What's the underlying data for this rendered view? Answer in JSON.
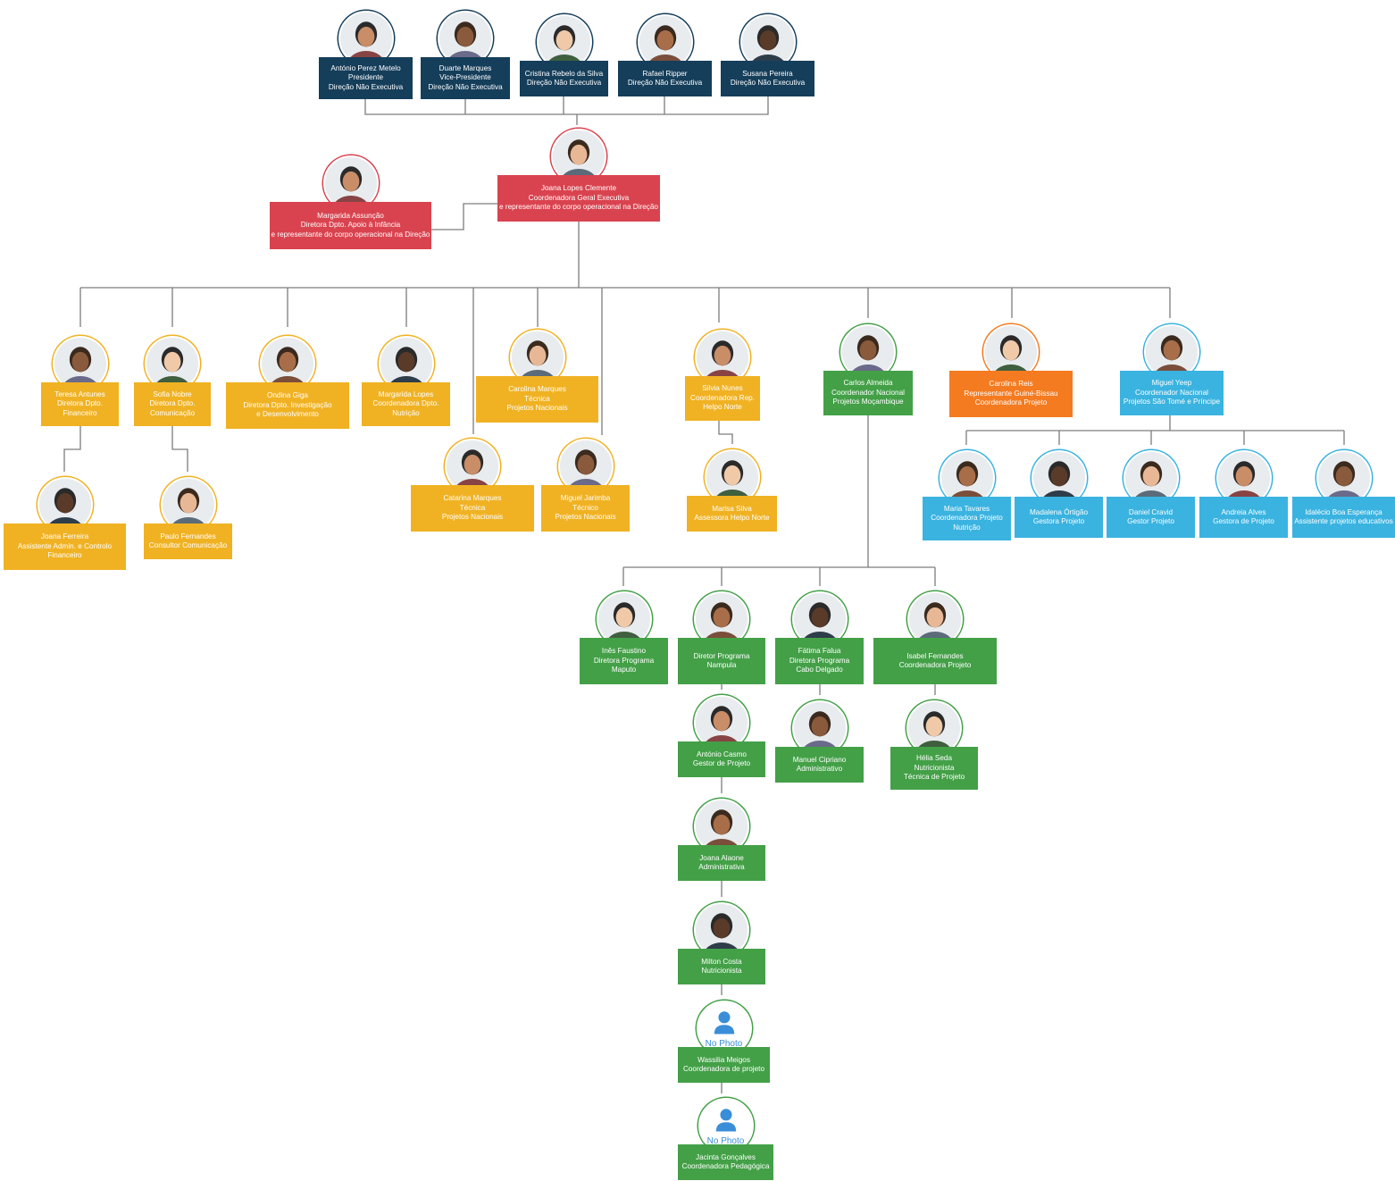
{
  "colors": {
    "navy": "#153e5a",
    "red": "#d9434f",
    "yellow": "#f0b223",
    "green": "#43a047",
    "blue": "#3ab3e0",
    "orange": "#f47b20",
    "line": "#7d7d7d"
  },
  "nophoto_text": "No Photo",
  "nodes": [
    {
      "id": "n1",
      "color": "navy",
      "lines": [
        "António Perez Metelo",
        "Presidente",
        "Direção Não Executiva"
      ]
    },
    {
      "id": "n2",
      "color": "navy",
      "lines": [
        "Duarte Marques",
        "Vice-Presidente",
        "Direção Não Executiva"
      ]
    },
    {
      "id": "n3",
      "color": "navy",
      "lines": [
        "Cristina Rebelo da Silva",
        "Direção Não Executiva"
      ]
    },
    {
      "id": "n4",
      "color": "navy",
      "lines": [
        "Rafael Ripper",
        "Direção Não Executiva"
      ]
    },
    {
      "id": "n5",
      "color": "navy",
      "lines": [
        "Susana Pereira",
        "Direção Não Executiva"
      ]
    },
    {
      "id": "n6",
      "color": "red",
      "lines": [
        "Joana Lopes Clemente",
        "Coordenadora Geral Executiva",
        "e representante do corpo operacional na Direção"
      ]
    },
    {
      "id": "n7",
      "color": "red",
      "lines": [
        "Margarida Assunção",
        "Diretora Dpto. Apoio à Infância",
        "e representante do corpo operacional na Direção"
      ]
    },
    {
      "id": "n8",
      "color": "yellow",
      "lines": [
        "Teresa Antunes",
        "Diretora Dpto.",
        "Financeiro"
      ]
    },
    {
      "id": "n9",
      "color": "yellow",
      "lines": [
        "Sofia Nobre",
        "Diretora Dpto.",
        "Comunicação"
      ]
    },
    {
      "id": "n10",
      "color": "yellow",
      "lines": [
        "Ondina Giga",
        "Diretora Dpto. Investigação",
        "e Desenvolvimento"
      ]
    },
    {
      "id": "n11",
      "color": "yellow",
      "lines": [
        "Margarida Lopes",
        "Coordenadora Dpto.",
        "Nutrição"
      ]
    },
    {
      "id": "n12",
      "color": "yellow",
      "lines": [
        "Carolina Marques",
        "Técnica",
        "Projetos Nacionais"
      ]
    },
    {
      "id": "n13",
      "color": "yellow",
      "lines": [
        "Silvia Nunes",
        "Coordenadora Rep.",
        "Helpo Norte"
      ]
    },
    {
      "id": "n14",
      "color": "green",
      "lines": [
        "Carlos Almeida",
        "Coordenador Nacional",
        "Projetos Moçambique"
      ]
    },
    {
      "id": "n15",
      "color": "orange",
      "lines": [
        "Carolina Reis",
        "Representante Guiné-Bissau",
        "Coordenadora Projeto"
      ]
    },
    {
      "id": "n16",
      "color": "blue",
      "lines": [
        "Miguel Yeep",
        "Coordenador Nacional",
        "Projetos São Tomé e Príncipe"
      ]
    },
    {
      "id": "n17",
      "color": "yellow",
      "lines": [
        "Joana Ferreira",
        "Assistente Admin. e Controlo",
        "Financeiro"
      ]
    },
    {
      "id": "n18",
      "color": "yellow",
      "lines": [
        "Paulo Fernandes",
        "Consultor Comunicação"
      ]
    },
    {
      "id": "n19",
      "color": "yellow",
      "lines": [
        "Catarina Marques",
        "Técnica",
        "Projetos Nacionais"
      ]
    },
    {
      "id": "n20",
      "color": "yellow",
      "lines": [
        "Miguel Jarimba",
        "Técnico",
        "Projetos Nacionais"
      ]
    },
    {
      "id": "n21",
      "color": "yellow",
      "lines": [
        "Marisa Silva",
        "Assessora Helpo Norte"
      ]
    },
    {
      "id": "n22",
      "color": "blue",
      "lines": [
        "Maria Tavares",
        "Coordenadora Projeto",
        "Nutrição"
      ]
    },
    {
      "id": "n23",
      "color": "blue",
      "lines": [
        "Madalena Órtigão",
        "Gestora Projeto"
      ]
    },
    {
      "id": "n24",
      "color": "blue",
      "lines": [
        "Daniel Cravid",
        "Gestor Projeto"
      ]
    },
    {
      "id": "n25",
      "color": "blue",
      "lines": [
        "Andreia Alves",
        "Gestora de Projeto"
      ]
    },
    {
      "id": "n26",
      "color": "blue",
      "lines": [
        "Idalécio Boa Esperança",
        "Assistente projetos educativos"
      ]
    },
    {
      "id": "n27",
      "color": "green",
      "lines": [
        "Inês Faustino",
        "Diretora Programa",
        "Maputo"
      ]
    },
    {
      "id": "n28",
      "color": "green",
      "lines": [
        "Diretor Programa",
        "Nampula"
      ]
    },
    {
      "id": "n29",
      "color": "green",
      "lines": [
        "Fátima Falua",
        "Diretora Programa",
        "Cabo Delgado"
      ]
    },
    {
      "id": "n30",
      "color": "green",
      "lines": [
        "Isabel Fernandes",
        "Coordenadora Projeto"
      ]
    },
    {
      "id": "n31",
      "color": "green",
      "lines": [
        "António Casmo",
        "Gestor de Projeto"
      ]
    },
    {
      "id": "n32",
      "color": "green",
      "lines": [
        "Manuel Cipriano",
        "Administrativo"
      ]
    },
    {
      "id": "n33",
      "color": "green",
      "lines": [
        "Hélia Seda",
        "Nutricionista",
        "Técnica de Projeto"
      ]
    },
    {
      "id": "n34",
      "color": "green",
      "lines": [
        "Joana Alaone",
        "Administrativa"
      ]
    },
    {
      "id": "n35",
      "color": "green",
      "lines": [
        "Milton Costa",
        "Nutricionista"
      ]
    },
    {
      "id": "n36",
      "color": "green",
      "nophoto": true,
      "lines": [
        "Wassilia Meigos",
        "Coordenadora de projeto"
      ]
    },
    {
      "id": "n37",
      "color": "green",
      "nophoto": true,
      "lines": [
        "Jacinta Gonçalves",
        "Coordenadora Pedagógica"
      ]
    }
  ]
}
